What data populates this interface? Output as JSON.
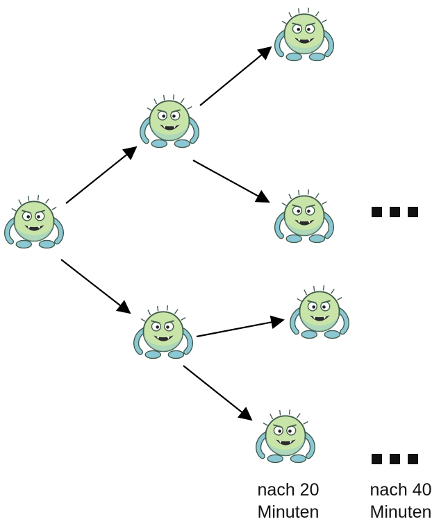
{
  "diagram": {
    "captions": {
      "gen1_line1": "nach 20",
      "gen1_line2": "Minuten",
      "gen2_line1": "nach 40",
      "gen2_line2": "Minuten"
    },
    "continuation_symbol": "ellipsis-squares",
    "colors": {
      "body": "#c9e4a8",
      "body_shade": "#9fd0c8",
      "limbs": "#8cc8d4",
      "outline": "#3f5a4a",
      "mouth": "#2b2b2b",
      "arrow": "#000000"
    }
  }
}
